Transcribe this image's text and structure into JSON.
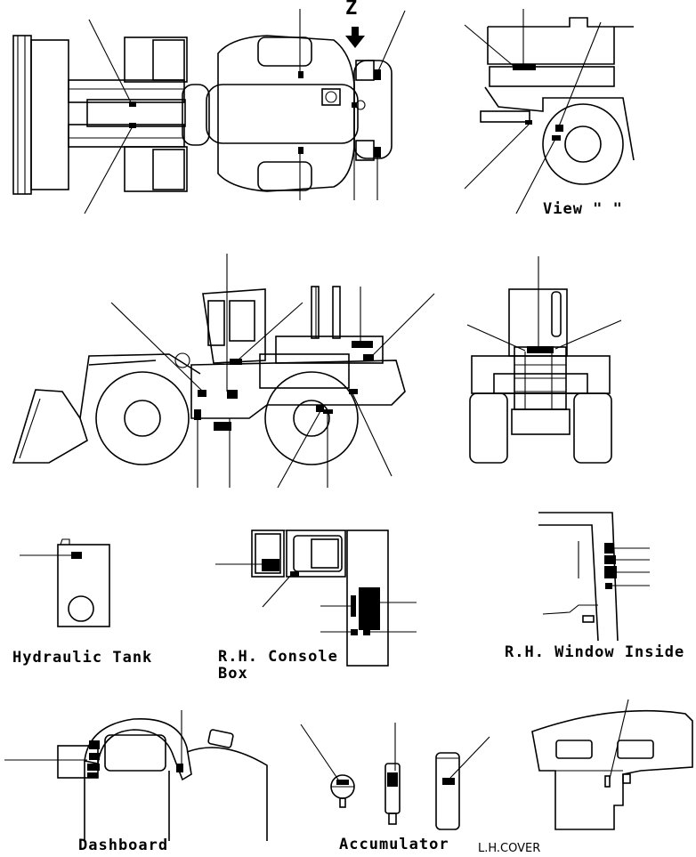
{
  "view_marker": "Z",
  "labels": {
    "view": "View \" \"",
    "hydraulic_tank": "Hydraulic Tank",
    "rh_console_box_line1": "R.H. Console",
    "rh_console_box_line2": "Box",
    "rh_window_inside": "R.H. Window Inside",
    "dashboard": "Dashboard",
    "accumulator": "Accumulator",
    "lh_cover": "L.H.COVER"
  },
  "colors": {
    "ink": "#000000",
    "paper": "#ffffff"
  }
}
